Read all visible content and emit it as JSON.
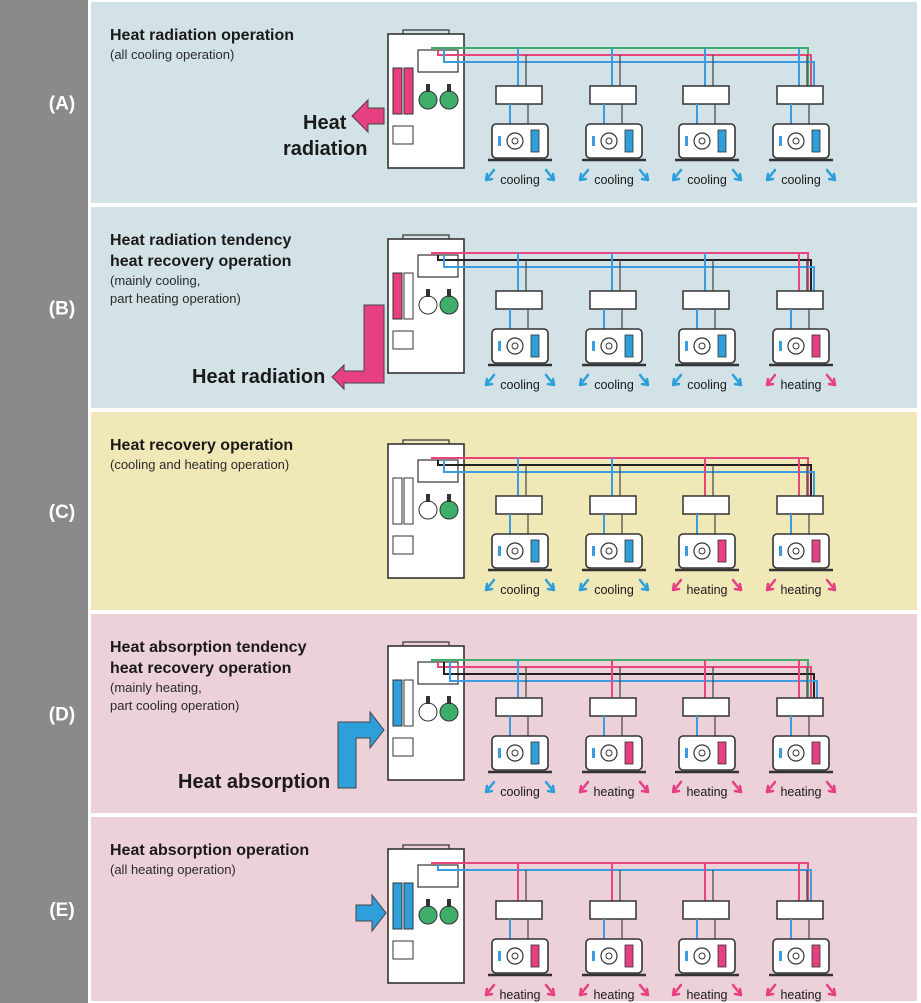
{
  "colors": {
    "sidebar": "#8a8a8a",
    "cool_bg": "#d3e2e6",
    "yellow_bg": "#f1e8b8",
    "pink_bg": "#ecd1d9",
    "pipe_red": "#e8467a",
    "pipe_blue": "#3d9be0",
    "pipe_green": "#3fae6a",
    "pipe_black": "#222222",
    "heat_pink": "#e63f82",
    "heat_blue": "#2f9fdc"
  },
  "panels": [
    {
      "label": "(A)",
      "bg": "cool",
      "title_lines": [
        "Heat radiation operation"
      ],
      "sub_lines": [
        "(all cooling operation)"
      ],
      "arrow": {
        "type": "left",
        "color": "pink"
      },
      "big_lines": [
        "Heat",
        "radiation"
      ],
      "hx": [
        "pink",
        "pink"
      ],
      "fans": [
        "green",
        "green"
      ],
      "wires": [
        "green",
        "red",
        "blue"
      ],
      "units": [
        {
          "mode": "cooling",
          "coil": "blue"
        },
        {
          "mode": "cooling",
          "coil": "blue"
        },
        {
          "mode": "cooling",
          "coil": "blue"
        },
        {
          "mode": "cooling",
          "coil": "blue"
        }
      ]
    },
    {
      "label": "(B)",
      "bg": "cool",
      "title_lines": [
        "Heat radiation tendency",
        "heat recovery operation"
      ],
      "sub_lines": [
        "(mainly cooling,",
        "part heating operation)"
      ],
      "arrow": {
        "type": "L-left",
        "color": "pink"
      },
      "big_lines": [
        "Heat radiation"
      ],
      "hx": [
        "pink",
        "white"
      ],
      "fans": [
        "white",
        "green"
      ],
      "wires": [
        "red",
        "black",
        "blue"
      ],
      "units": [
        {
          "mode": "cooling",
          "coil": "blue"
        },
        {
          "mode": "cooling",
          "coil": "blue"
        },
        {
          "mode": "cooling",
          "coil": "blue"
        },
        {
          "mode": "heating",
          "coil": "pink"
        }
      ]
    },
    {
      "label": "(C)",
      "bg": "yellow",
      "title_lines": [
        "Heat recovery operation"
      ],
      "sub_lines": [
        "(cooling and heating operation)"
      ],
      "arrow": {
        "type": "none",
        "color": "none"
      },
      "big_lines": [],
      "hx": [
        "white",
        "white"
      ],
      "fans": [
        "white",
        "green"
      ],
      "wires": [
        "red",
        "black",
        "blue"
      ],
      "units": [
        {
          "mode": "cooling",
          "coil": "blue"
        },
        {
          "mode": "cooling",
          "coil": "blue"
        },
        {
          "mode": "heating",
          "coil": "pink"
        },
        {
          "mode": "heating",
          "coil": "pink"
        }
      ]
    },
    {
      "label": "(D)",
      "bg": "pink",
      "title_lines": [
        "Heat absorption tendency",
        "heat recovery operation"
      ],
      "sub_lines": [
        "(mainly heating,",
        "part cooling operation)"
      ],
      "arrow": {
        "type": "L-right",
        "color": "blue"
      },
      "big_lines": [
        "Heat absorption"
      ],
      "hx": [
        "blue",
        "white"
      ],
      "fans": [
        "white",
        "green"
      ],
      "wires": [
        "green",
        "red",
        "black",
        "blue"
      ],
      "units": [
        {
          "mode": "cooling",
          "coil": "blue"
        },
        {
          "mode": "heating",
          "coil": "pink"
        },
        {
          "mode": "heating",
          "coil": "pink"
        },
        {
          "mode": "heating",
          "coil": "pink"
        }
      ]
    },
    {
      "label": "(E)",
      "bg": "pink",
      "title_lines": [
        "Heat absorption operation"
      ],
      "sub_lines": [
        "(all heating operation)"
      ],
      "arrow": {
        "type": "right",
        "color": "blue"
      },
      "big_lines": [],
      "hx": [
        "blue",
        "blue"
      ],
      "fans": [
        "green",
        "green"
      ],
      "wires": [
        "red",
        "blue"
      ],
      "units": [
        {
          "mode": "heating",
          "coil": "pink"
        },
        {
          "mode": "heating",
          "coil": "pink"
        },
        {
          "mode": "heating",
          "coil": "pink"
        },
        {
          "mode": "heating",
          "coil": "pink"
        }
      ]
    }
  ]
}
